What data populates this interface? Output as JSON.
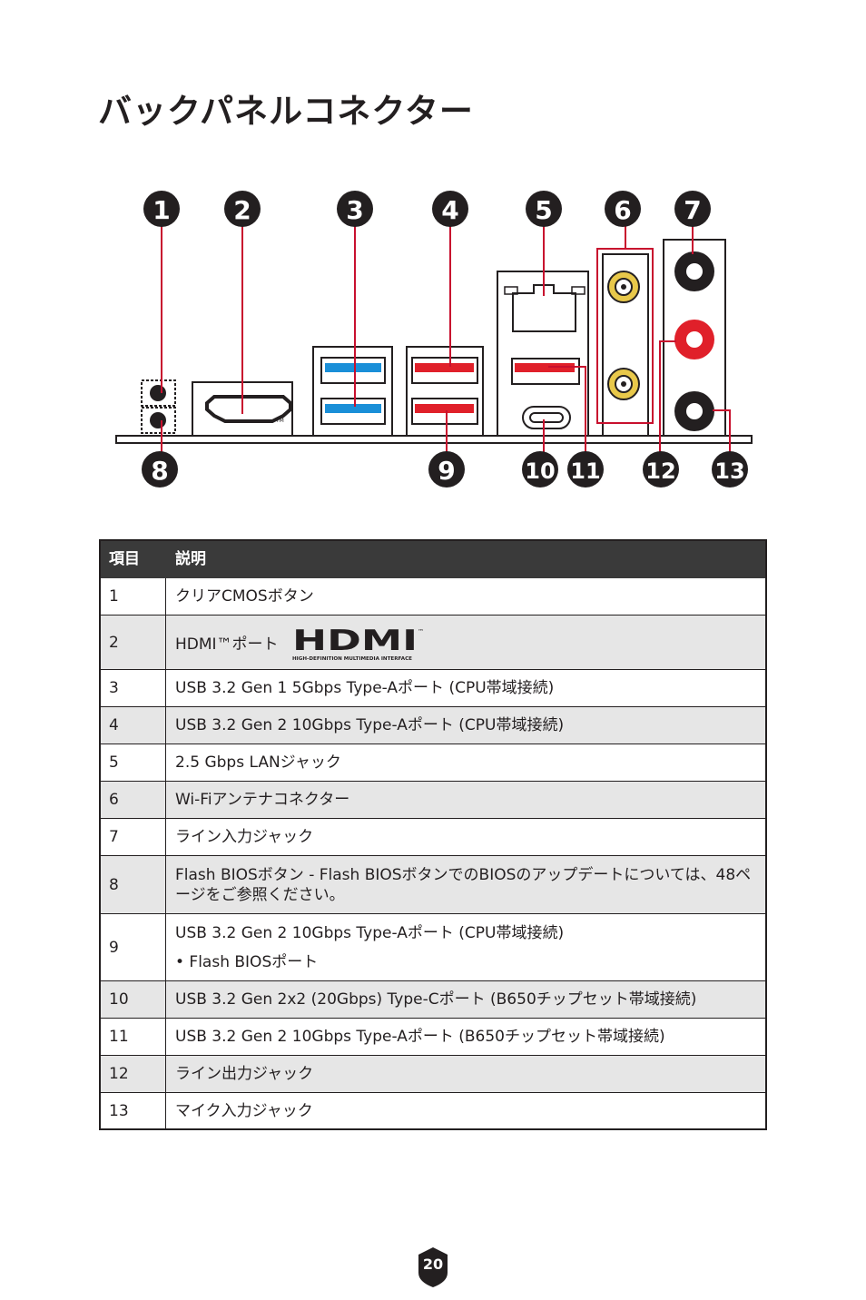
{
  "title": "バックパネルコネクター",
  "diagram": {
    "callouts_top": [
      "1",
      "2",
      "3",
      "4",
      "5",
      "6",
      "7"
    ],
    "callouts_bottom": [
      "8",
      "9",
      "10",
      "11",
      "12",
      "13"
    ],
    "hdmi_tm": "TM",
    "colors": {
      "usb_blue": "#1a8fd8",
      "usb_red": "#e0202a",
      "leader_red": "#c8102e",
      "antenna_gold": "#e8c84a",
      "callout_dark": "#231f20"
    }
  },
  "table": {
    "headers": {
      "item": "項目",
      "desc": "説明"
    },
    "rows": [
      {
        "num": "1",
        "desc": "クリアCMOSボタン"
      },
      {
        "num": "2",
        "desc": "HDMI™ポート",
        "logo_text": "HDMI",
        "logo_tagline": "HIGH-DEFINITION MULTIMEDIA INTERFACE",
        "logo_tm": "™"
      },
      {
        "num": "3",
        "desc": "USB 3.2 Gen 1 5Gbps Type-Aポート (CPU帯域接続)"
      },
      {
        "num": "4",
        "desc": "USB 3.2 Gen 2 10Gbps Type-Aポート (CPU帯域接続)"
      },
      {
        "num": "5",
        "desc": "2.5 Gbps LANジャック"
      },
      {
        "num": "6",
        "desc": "Wi-Fiアンテナコネクター"
      },
      {
        "num": "7",
        "desc": "ライン入力ジャック"
      },
      {
        "num": "8",
        "desc": "Flash BIOSボタン - Flash BIOSボタンでのBIOSのアップデートについては、48ページをご参照ください。"
      },
      {
        "num": "9",
        "desc": "USB 3.2 Gen 2 10Gbps Type-Aポート (CPU帯域接続)",
        "bullet": "• Flash BIOSポート"
      },
      {
        "num": "10",
        "desc": "USB 3.2 Gen 2x2 (20Gbps) Type-Cポート (B650チップセット帯域接続)"
      },
      {
        "num": "11",
        "desc": "USB 3.2 Gen 2 10Gbps Type-Aポート (B650チップセット帯域接続)"
      },
      {
        "num": "12",
        "desc": "ライン出力ジャック"
      },
      {
        "num": "13",
        "desc": "マイク入力ジャック"
      }
    ]
  },
  "page_number": "20"
}
